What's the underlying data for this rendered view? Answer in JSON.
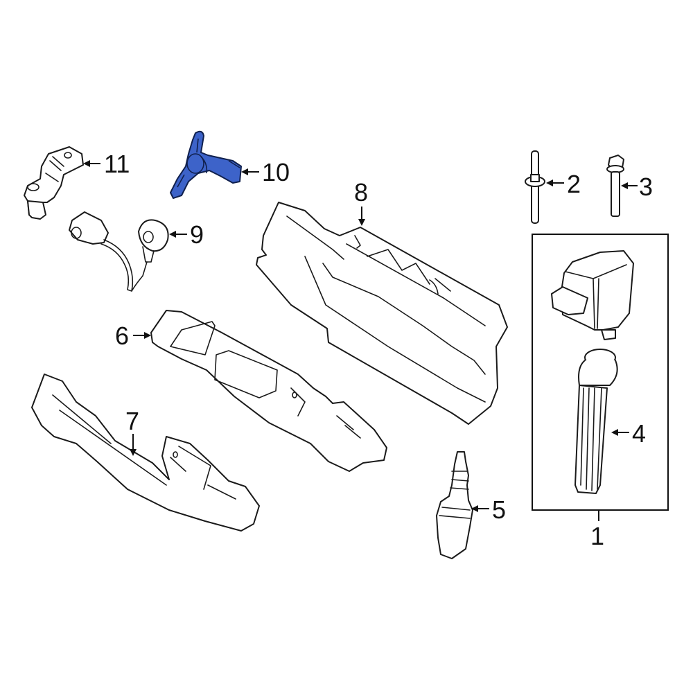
{
  "diagram": {
    "title": "Ignition system exploded parts diagram",
    "highlight_color": "#3d63c9",
    "highlighted_part": "10",
    "callouts": [
      {
        "id": "1",
        "label": "1",
        "part": "ignition-coil-assembly"
      },
      {
        "id": "2",
        "label": "2",
        "part": "stud"
      },
      {
        "id": "3",
        "label": "3",
        "part": "bolt"
      },
      {
        "id": "4",
        "label": "4",
        "part": "coil-boot"
      },
      {
        "id": "5",
        "label": "5",
        "part": "spark-plug"
      },
      {
        "id": "6",
        "label": "6",
        "part": "cover"
      },
      {
        "id": "7",
        "label": "7",
        "part": "cover-lower"
      },
      {
        "id": "8",
        "label": "8",
        "part": "engine-cover"
      },
      {
        "id": "9",
        "label": "9",
        "part": "knock-sensor"
      },
      {
        "id": "10",
        "label": "10",
        "part": "camshaft-position-sensor"
      },
      {
        "id": "11",
        "label": "11",
        "part": "crankshaft-position-sensor"
      }
    ]
  }
}
